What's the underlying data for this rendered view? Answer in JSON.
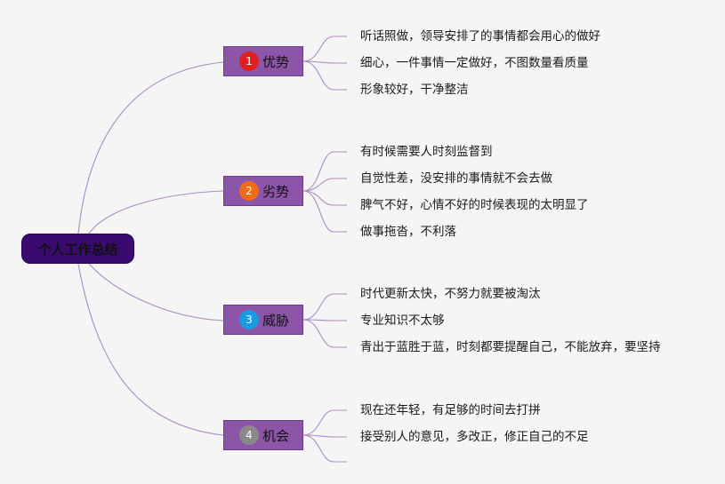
{
  "root": {
    "label": "个人工作总结"
  },
  "branches": [
    {
      "number": "1",
      "label": "优势",
      "badge_color": "#e02020",
      "items": [
        "听话照做，领导安排了的事情都会用心的做好",
        "细心，一件事情一定做好，不图数量看质量",
        "形象较好，干净整洁"
      ]
    },
    {
      "number": "2",
      "label": "劣势",
      "badge_color": "#f06a1a",
      "items": [
        "有时候需要人时刻监督到",
        "自觉性差，没安排的事情就不会去做",
        "脾气不好，心情不好的时候表现的太明显了",
        "做事拖沓，不利落"
      ]
    },
    {
      "number": "3",
      "label": "威胁",
      "badge_color": "#1a9ae0",
      "items": [
        "时代更新太快，不努力就要被淘汰",
        "专业知识不太够",
        "青出于蓝胜于蓝，时刻都要提醒自己，不能放弃，要坚持"
      ]
    },
    {
      "number": "4",
      "label": "机会",
      "badge_color": "#8a8a8a",
      "items": [
        "现在还年轻，有足够的时间去打拼",
        "接受别人的意见，多改正，修正自己的不足",
        ""
      ]
    }
  ],
  "colors": {
    "connector": "#a98cc4",
    "root_fill": "#3a0a6e",
    "branch_fill": "#8d55a8",
    "background": "#f5f5f5"
  }
}
